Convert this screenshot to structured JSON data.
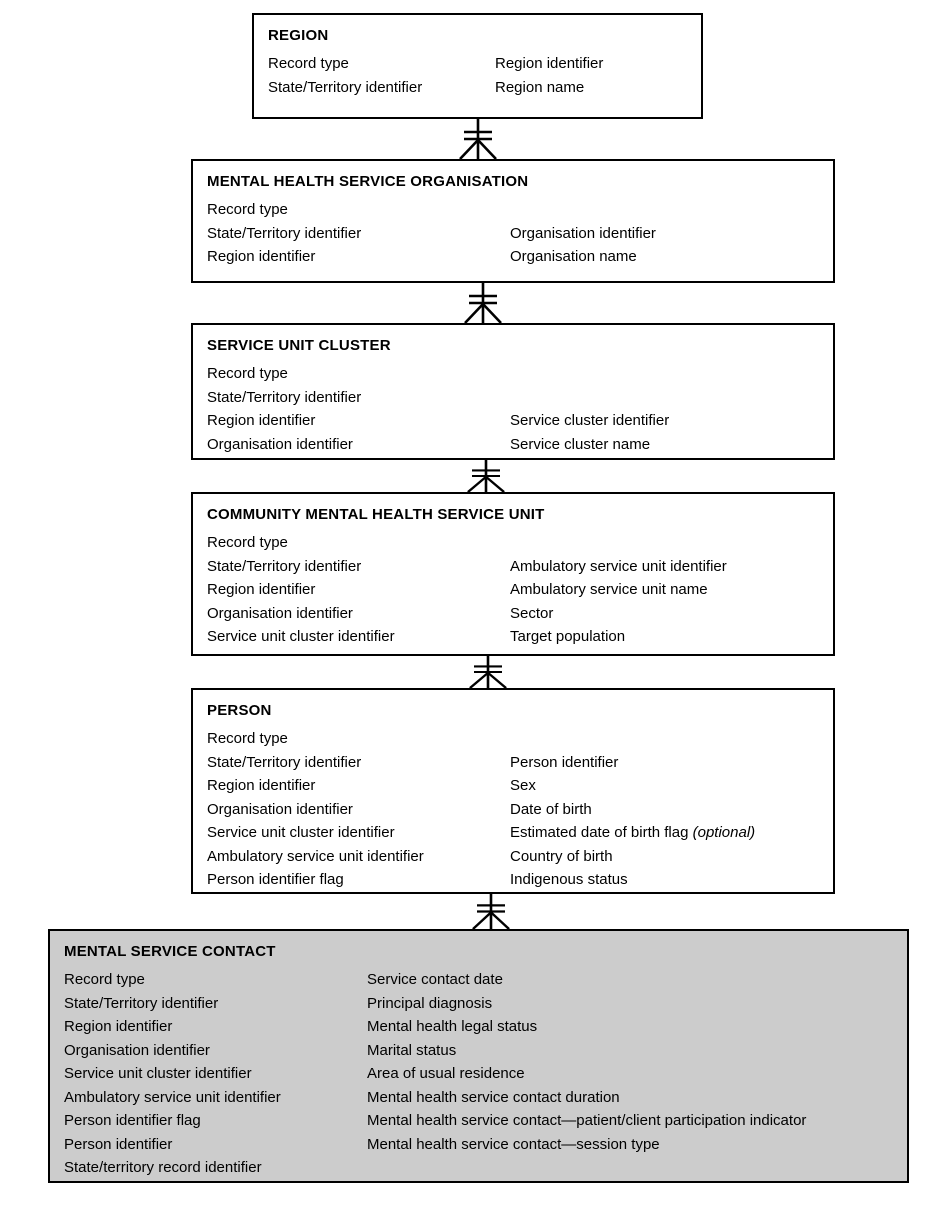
{
  "diagram": {
    "colors": {
      "shaded_box_bg": "#cccccc",
      "line": "#000000",
      "page_bg": "#ffffff"
    },
    "entities": [
      {
        "name": "REGION",
        "style": "plain",
        "rows": [
          [
            "Record type",
            "Region identifier"
          ],
          [
            "State/Territory identifier",
            "Region name"
          ]
        ]
      },
      {
        "name": "MENTAL HEALTH SERVICE ORGANISATION",
        "style": "plain",
        "rows": [
          [
            "Record type",
            ""
          ],
          [
            "State/Territory identifier",
            "Organisation identifier"
          ],
          [
            "Region identifier",
            "Organisation name"
          ]
        ]
      },
      {
        "name": "SERVICE UNIT CLUSTER",
        "style": "plain",
        "rows": [
          [
            "Record type",
            ""
          ],
          [
            "State/Territory identifier",
            ""
          ],
          [
            "Region identifier",
            "Service cluster identifier"
          ],
          [
            "Organisation identifier",
            "Service cluster name"
          ]
        ]
      },
      {
        "name": "COMMUNITY MENTAL HEALTH SERVICE UNIT",
        "style": "plain",
        "rows": [
          [
            "Record type",
            ""
          ],
          [
            "State/Territory identifier",
            "Ambulatory service unit identifier"
          ],
          [
            "Region identifier",
            "Ambulatory service unit name"
          ],
          [
            "Organisation identifier",
            "Sector"
          ],
          [
            "Service unit cluster identifier",
            "Target population"
          ]
        ]
      },
      {
        "name": "PERSON",
        "style": "plain",
        "rows": [
          [
            "Record type",
            ""
          ],
          [
            "State/Territory identifier",
            "Person identifier"
          ],
          [
            "Region identifier",
            "Sex"
          ],
          [
            "Organisation identifier",
            "Date of birth"
          ],
          [
            "Service unit cluster identifier",
            {
              "text": "Estimated date of birth flag ",
              "italic": "(optional)"
            }
          ],
          [
            "Ambulatory service unit identifier",
            "Country of birth"
          ],
          [
            "Person identifier flag",
            "Indigenous status"
          ]
        ]
      },
      {
        "name": "MENTAL SERVICE CONTACT",
        "style": "shaded",
        "rows": [
          [
            "Record type",
            "Service contact date"
          ],
          [
            "State/Territory identifier",
            "Principal diagnosis"
          ],
          [
            "Region identifier",
            "Mental health legal status"
          ],
          [
            "Organisation identifier",
            "Marital status"
          ],
          [
            "Service unit cluster identifier",
            "Area of usual residence"
          ],
          [
            "Ambulatory service unit identifier",
            "Mental health service contact duration"
          ],
          [
            "Person identifier flag",
            "Mental health service contact—patient/client participation indicator"
          ],
          [
            "Person identifier",
            "Mental health service contact—session type"
          ],
          [
            "State/territory record identifier",
            ""
          ]
        ]
      }
    ],
    "connectors": [
      {
        "from": "REGION",
        "to": "MENTAL HEALTH SERVICE ORGANISATION",
        "cardinality": "one-to-many",
        "one_end": "double-bar",
        "many_end": "crow-foot"
      },
      {
        "from": "MENTAL HEALTH SERVICE ORGANISATION",
        "to": "SERVICE UNIT CLUSTER",
        "cardinality": "one-to-many",
        "one_end": "double-bar",
        "many_end": "crow-foot"
      },
      {
        "from": "SERVICE UNIT CLUSTER",
        "to": "COMMUNITY MENTAL HEALTH SERVICE UNIT",
        "cardinality": "one-to-many",
        "one_end": "double-bar",
        "many_end": "crow-foot"
      },
      {
        "from": "COMMUNITY MENTAL HEALTH SERVICE UNIT",
        "to": "PERSON",
        "cardinality": "one-to-many",
        "one_end": "double-bar",
        "many_end": "crow-foot"
      },
      {
        "from": "PERSON",
        "to": "MENTAL SERVICE CONTACT",
        "cardinality": "one-to-many",
        "one_end": "double-bar",
        "many_end": "crow-foot"
      }
    ]
  }
}
